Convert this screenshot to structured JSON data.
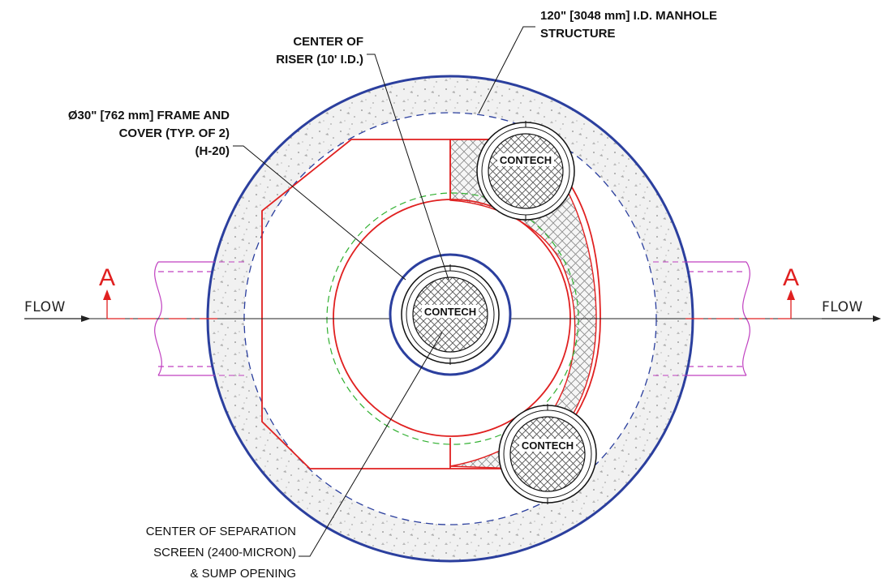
{
  "labels": {
    "manhole_structure": [
      "120\" [3048 mm] I.D. MANHOLE",
      "STRUCTURE"
    ],
    "center_of_riser": [
      "CENTER OF",
      "RISER (10' I.D.)"
    ],
    "frame_and_cover": [
      "Ø30\" [762 mm] FRAME AND",
      "COVER (TYP. OF 2)",
      "(H-20)"
    ],
    "separation_screen": [
      "CENTER OF SEPARATION",
      "SCREEN (2400-MICRON)",
      "& SUMP OPENING"
    ]
  },
  "flow_in": "FLOW",
  "flow_out": "FLOW",
  "section_marker_left": "A",
  "section_marker_right": "A",
  "cover_brand": "CONTECH",
  "colors": {
    "structure_outline": "#2b3f9e",
    "baffle": "#e02020",
    "pipe": "#c040c0",
    "screen_dashed": "#30b030",
    "leader": "#111111",
    "concrete": "#f1f1f1"
  }
}
